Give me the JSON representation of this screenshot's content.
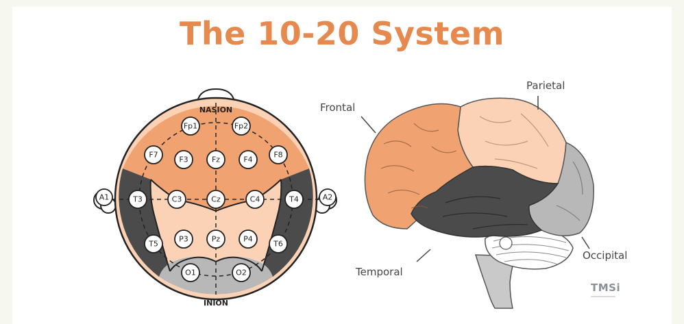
{
  "title": "The 10-20 System",
  "colors": {
    "title": "#e5894f",
    "frontal": "#f0a270",
    "parietal": "#fbd2b5",
    "temporal": "#4b4b4b",
    "occipital": "#b8b8b8"
  },
  "scalp_map": {
    "top_marker": "NASION",
    "bottom_marker": "INION",
    "electrodes": {
      "fp1": "Fp1",
      "fp2": "Fp2",
      "f7": "F7",
      "f3": "F3",
      "fz": "Fz",
      "f4": "F4",
      "f8": "F8",
      "a1": "A1",
      "t3": "T3",
      "c3": "C3",
      "cz": "Cz",
      "c4": "C4",
      "t4": "T4",
      "a2": "A2",
      "t5": "T5",
      "p3": "P3",
      "pz": "Pz",
      "p4": "P4",
      "t6": "T6",
      "o1": "O1",
      "o2": "O2"
    }
  },
  "brain": {
    "labels": {
      "frontal": "Frontal",
      "parietal": "Parietal",
      "temporal": "Temporal",
      "occipital": "Occipital"
    }
  },
  "logo": {
    "text": "TMSi"
  }
}
